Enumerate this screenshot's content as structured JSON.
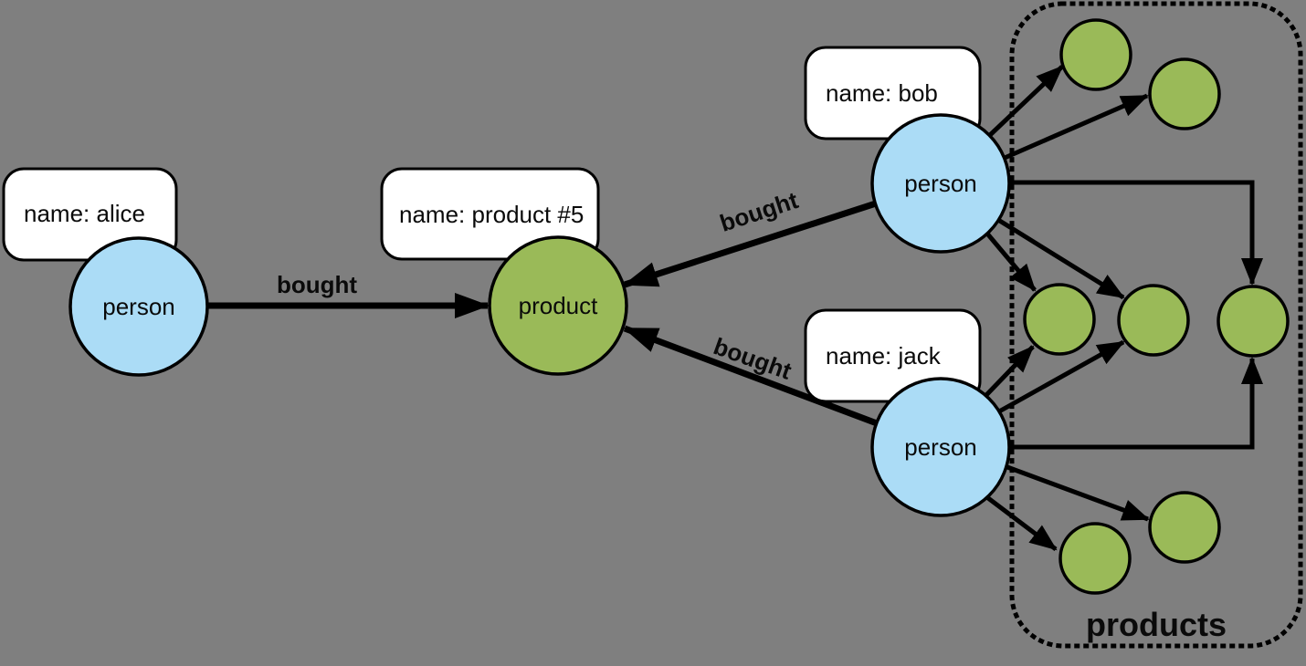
{
  "colors": {
    "background": "#7f7f7f",
    "person_node_fill": "#abdcf6",
    "product_node_fill": "#9aba58",
    "stroke": "#000000",
    "property_box_fill": "#ffffff"
  },
  "nodes": {
    "alice": {
      "type_label": "person",
      "name_property": "name: alice"
    },
    "bob": {
      "type_label": "person",
      "name_property": "name: bob"
    },
    "jack": {
      "type_label": "person",
      "name_property": "name: jack"
    },
    "product5": {
      "type_label": "product",
      "name_property": "name: product #5"
    }
  },
  "edges": {
    "alice_bought_product5": {
      "label": "bought"
    },
    "bob_bought_product5": {
      "label": "bought"
    },
    "jack_bought_product5": {
      "label": "bought"
    }
  },
  "group": {
    "label": "products",
    "anonymous_product_nodes": 7
  }
}
